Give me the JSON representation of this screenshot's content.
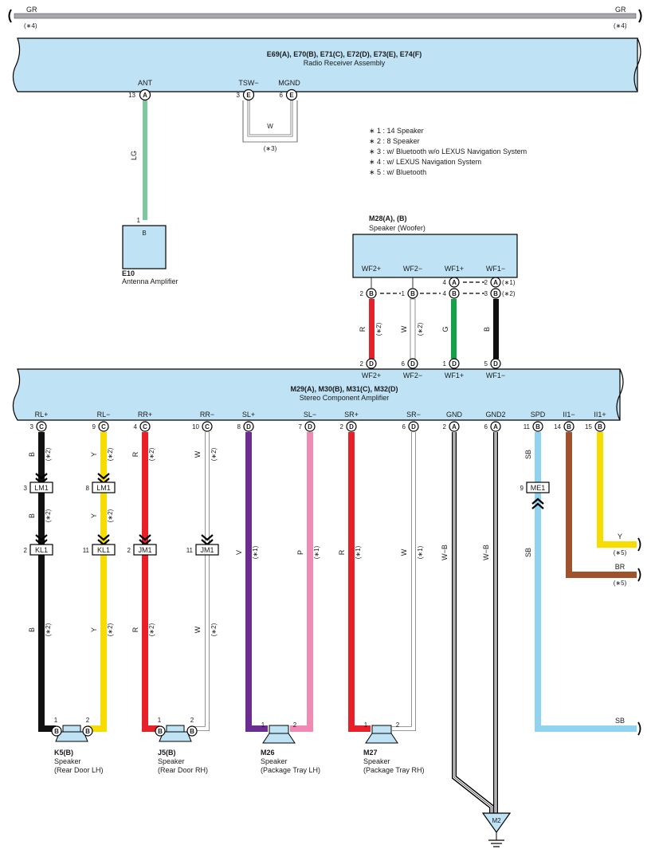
{
  "colors": {
    "box_fill": "#bfe3f5",
    "LG": "#7cc8a0",
    "R": "#e8202a",
    "W": "#ffffff",
    "G": "#15a04a",
    "B": "#111111",
    "Y": "#f7dc00",
    "V": "#6b2d8f",
    "P": "#f08ab5",
    "SB": "#8fd3f0",
    "BR": "#a0522d",
    "GR": "#a7a7b0",
    "WB": "#ffffff"
  },
  "top_bus": {
    "left_label": "GR",
    "left_note": "(∗4)",
    "right_label": "GR",
    "right_note": "(∗4)"
  },
  "radio": {
    "codes": "E69(A), E70(B), E71(C), E72(D), E73(E), E74(F)",
    "name": "Radio Receiver Assembly",
    "pins": [
      {
        "label": "ANT",
        "num": "13",
        "letter": "A"
      },
      {
        "label": "TSW−",
        "num": "3",
        "letter": "E"
      },
      {
        "label": "MGND",
        "num": "6",
        "letter": "E"
      }
    ],
    "loop_wire": "W",
    "loop_note": "(∗3)",
    "ant_wire": "LG"
  },
  "notes": [
    "∗ 1 : 14 Speaker",
    "∗ 2 : 8 Speaker",
    "∗ 3 : w/ Bluetooth w/o LEXUS Navigation System",
    "∗ 4 : w/ LEXUS Navigation System",
    "∗ 5 : w/ Bluetooth"
  ],
  "antenna_amp": {
    "code": "E10",
    "name": "Antenna Amplifier",
    "pin_num": "1",
    "pin_letter": "B"
  },
  "woofer": {
    "codes": "M28(A), (B)",
    "name": "Speaker (Woofer)",
    "labels": [
      "WF2+",
      "WF2−",
      "WF1+",
      "WF1−"
    ],
    "a_row": [
      {
        "num": "4",
        "letter": "A"
      },
      {
        "num": "2",
        "letter": "A",
        "note": "(∗1)"
      }
    ],
    "b_row": [
      {
        "num": "2",
        "letter": "B"
      },
      {
        "num": "1",
        "letter": "B"
      },
      {
        "num": "4",
        "letter": "B"
      },
      {
        "num": "3",
        "letter": "B",
        "note": "(∗2)"
      }
    ],
    "wires": [
      {
        "color": "R",
        "note": "(∗2)"
      },
      {
        "color": "W",
        "note": "(∗2)"
      },
      {
        "color": "G",
        "note": ""
      },
      {
        "color": "B",
        "note": ""
      }
    ]
  },
  "amp": {
    "codes": "M29(A), M30(B), M31(C), M32(D)",
    "name": "Stereo Component Amplifier",
    "top_pins": [
      {
        "num": "2",
        "letter": "D",
        "label": "WF2+"
      },
      {
        "num": "6",
        "letter": "D",
        "label": "WF2−"
      },
      {
        "num": "1",
        "letter": "D",
        "label": "WF1+"
      },
      {
        "num": "5",
        "letter": "D",
        "label": "WF1−"
      }
    ],
    "bottom_pins": [
      {
        "label": "RL+",
        "num": "3",
        "letter": "C"
      },
      {
        "label": "RL−",
        "num": "9",
        "letter": "C"
      },
      {
        "label": "RR+",
        "num": "4",
        "letter": "C"
      },
      {
        "label": "RR−",
        "num": "10",
        "letter": "C"
      },
      {
        "label": "SL+",
        "num": "8",
        "letter": "D"
      },
      {
        "label": "SL−",
        "num": "7",
        "letter": "D"
      },
      {
        "label": "SR+",
        "num": "2",
        "letter": "D"
      },
      {
        "label": "SR−",
        "num": "6",
        "letter": "D"
      },
      {
        "label": "GND",
        "num": "2",
        "letter": "A"
      },
      {
        "label": "GND2",
        "num": "6",
        "letter": "A"
      },
      {
        "label": "SPD",
        "num": "11",
        "letter": "B"
      },
      {
        "label": "II1−",
        "num": "14",
        "letter": "B"
      },
      {
        "label": "II1+",
        "num": "15",
        "letter": "B"
      }
    ]
  },
  "inline": {
    "lm1": [
      {
        "num": "3",
        "name": "LM1"
      },
      {
        "num": "8",
        "name": "LM1"
      }
    ],
    "kl1": [
      {
        "num": "2",
        "name": "KL1"
      },
      {
        "num": "11",
        "name": "KL1"
      }
    ],
    "jm1": [
      {
        "num": "2",
        "name": "JM1"
      },
      {
        "num": "11",
        "name": "JM1"
      }
    ],
    "me1": {
      "num": "9",
      "name": "ME1"
    }
  },
  "wire_labels": {
    "rl_plus": "B",
    "rl_minus": "Y",
    "rr_plus": "R",
    "rr_minus": "W",
    "sl_plus": "V",
    "sl_minus": "P",
    "sr_plus": "R",
    "sr_minus": "W",
    "gnd": "W−B",
    "gnd2": "W−B",
    "spd": "SB",
    "note2": "(∗2)",
    "note1": "(∗1)",
    "note5": "(∗5)"
  },
  "right_exits": {
    "y": "Y",
    "br": "BR",
    "sb": "SB"
  },
  "speakers": [
    {
      "code": "K5(B)",
      "type": "Speaker",
      "loc": "(Rear Door LH)",
      "p1": "1",
      "p2": "2",
      "l1": "B",
      "l2": "B"
    },
    {
      "code": "J5(B)",
      "type": "Speaker",
      "loc": "(Rear Door RH)",
      "p1": "1",
      "p2": "2",
      "l1": "B",
      "l2": "B"
    },
    {
      "code": "M26",
      "type": "Speaker",
      "loc": "(Package Tray LH)",
      "p1": "1",
      "p2": "2"
    },
    {
      "code": "M27",
      "type": "Speaker",
      "loc": "(Package Tray RH)",
      "p1": "1",
      "p2": "2"
    }
  ],
  "ground": {
    "code": "M2"
  }
}
